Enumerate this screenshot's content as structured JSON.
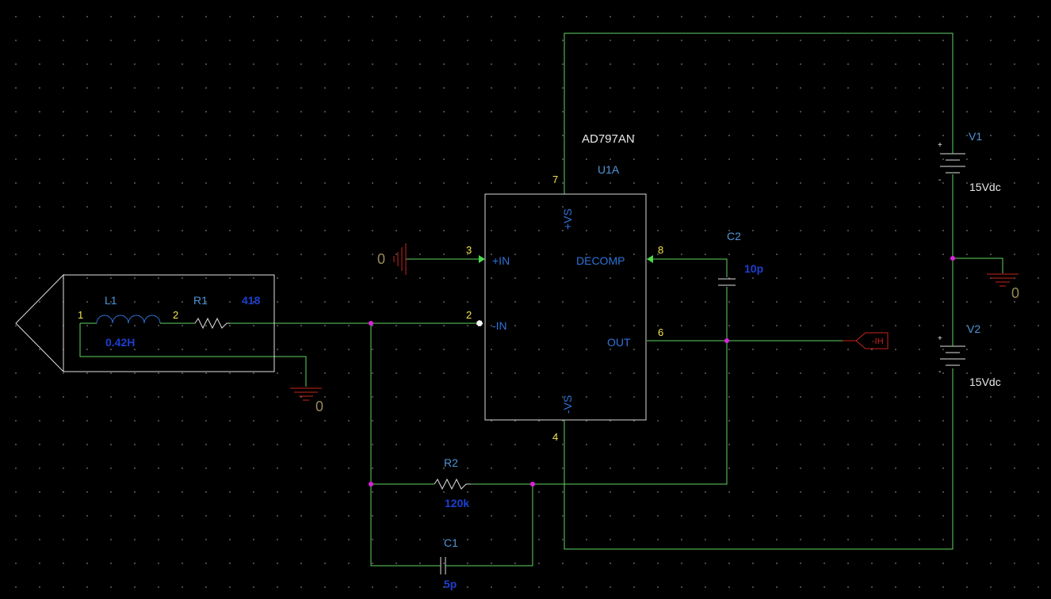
{
  "part": {
    "name": "AD797AN",
    "ref": "U1A"
  },
  "pins": {
    "p7": "7",
    "p3": "3",
    "p2": "2",
    "p8": "8",
    "p6": "6",
    "p4": "4",
    "vs_plus": "+VS",
    "in_plus": "+IN",
    "in_minus": "-IN",
    "decomp": "DECOMP",
    "out": "OUT",
    "vs_minus": "-VS"
  },
  "L1": {
    "ref": "L1",
    "value": "0.42H",
    "pin1": "1",
    "pin2": "2"
  },
  "R1": {
    "ref": "R1",
    "value": "418"
  },
  "R2": {
    "ref": "R2",
    "value": "120k"
  },
  "C1": {
    "ref": "C1",
    "value": "5p"
  },
  "C2": {
    "ref": "C2",
    "value": "10p"
  },
  "V1": {
    "ref": "V1",
    "value": "15Vdc"
  },
  "V2": {
    "ref": "V2",
    "value": "15Vdc"
  },
  "ground_label": "0",
  "probe_label": "-IH",
  "colors": {
    "background": "#000000",
    "wire": "#5fd35f",
    "junction": "#e020e0",
    "component": "#2f72d8",
    "pin_number": "#f2e64a",
    "offpage": "#c8241e"
  }
}
